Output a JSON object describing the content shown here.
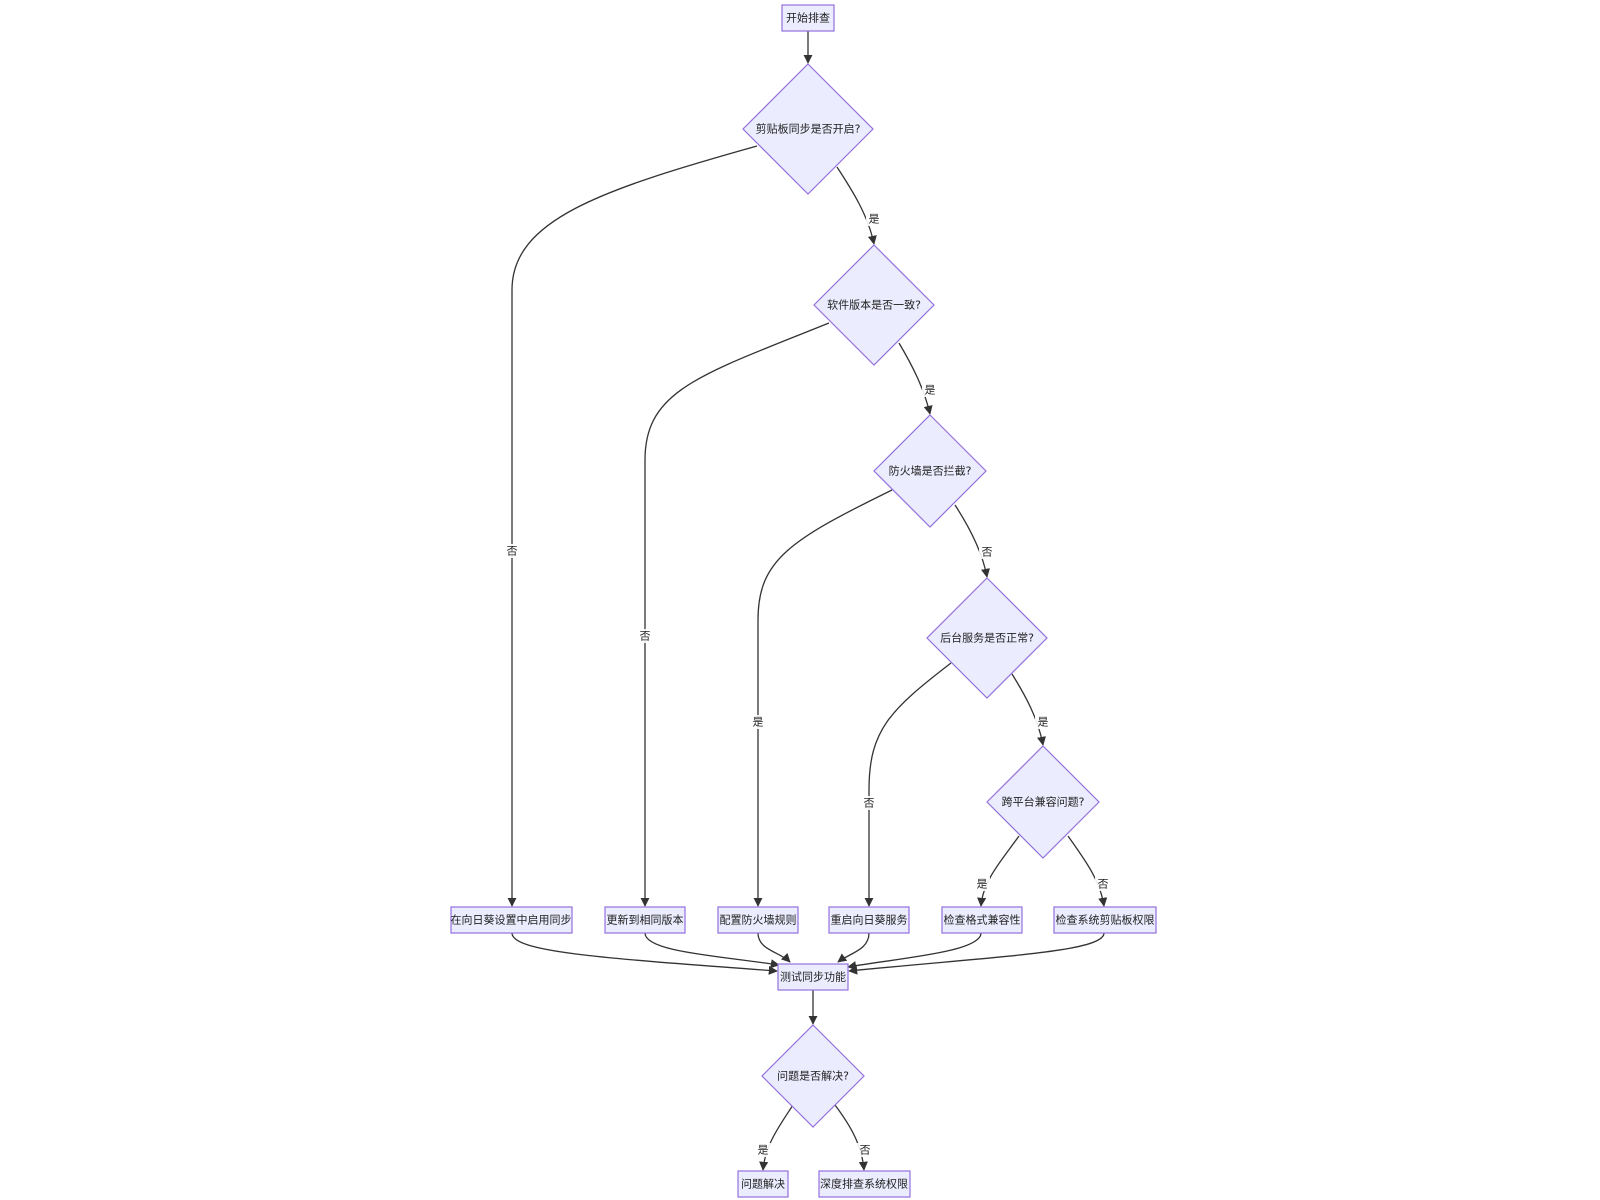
{
  "diagram": {
    "nodes": {
      "start": "开始排查",
      "d_sync_on": "剪贴板同步是否开启?",
      "d_version": "软件版本是否一致?",
      "d_firewall": "防火墙是否拦截?",
      "d_service": "后台服务是否正常?",
      "d_cross": "跨平台兼容问题?",
      "a_enable": "在向日葵设置中启用同步",
      "a_update": "更新到相同版本",
      "a_firewall": "配置防火墙规则",
      "a_restart": "重启向日葵服务",
      "a_format": "检查格式兼容性",
      "a_perm": "检查系统剪贴板权限",
      "test": "测试同步功能",
      "d_solved": "问题是否解决?",
      "solved": "问题解决",
      "deep": "深度排查系统权限"
    },
    "edge_labels": {
      "yes": "是",
      "no": "否"
    },
    "colors": {
      "node_fill": "#ececff",
      "node_stroke": "#9370db",
      "edge": "#333333"
    }
  }
}
